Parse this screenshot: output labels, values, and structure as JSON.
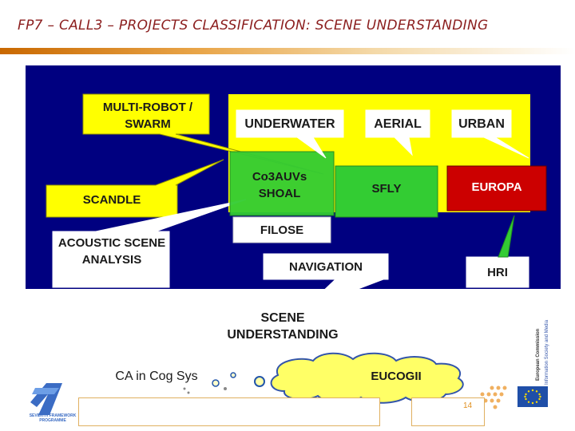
{
  "slide": {
    "title": "FP7 – CALL3 – PROJECTS CLASSIFICATION: SCENE UNDERSTANDING",
    "page_number": "14"
  },
  "colors": {
    "navy": "#000080",
    "yellow": "#ffff00",
    "green": "#33cc33",
    "red": "#cc0000",
    "accent_orange": "#e08a1e",
    "title_red": "#8b1e1e"
  },
  "diagram": {
    "callouts": {
      "multi_robot": "MULTI-ROBOT / SWARM",
      "scandle": "SCANDLE",
      "acoustic": "ACOUSTIC SCENE ANALYSIS",
      "underwater": "UNDERWATER",
      "aerial": "AERIAL",
      "urban": "URBAN",
      "navigation": "NAVIGATION",
      "hri": "HRI",
      "scene_understanding": "SCENE UNDERSTANDING"
    },
    "projects": {
      "co3auvs": "Co3AUVs SHOAL",
      "sfly": "SFLY",
      "europa": "EUROPA",
      "filose": "FILOSE"
    },
    "cloud": {
      "ca_in_cog_sys": "CA in Cog Sys",
      "eucogii": "EUCOGII"
    }
  },
  "footer": {
    "fp7_logo_text": "SEVENTH FRAMEWORK PROGRAMME",
    "eu_logo_line1": "European Commission",
    "eu_logo_line2": "Information Society and Media"
  }
}
